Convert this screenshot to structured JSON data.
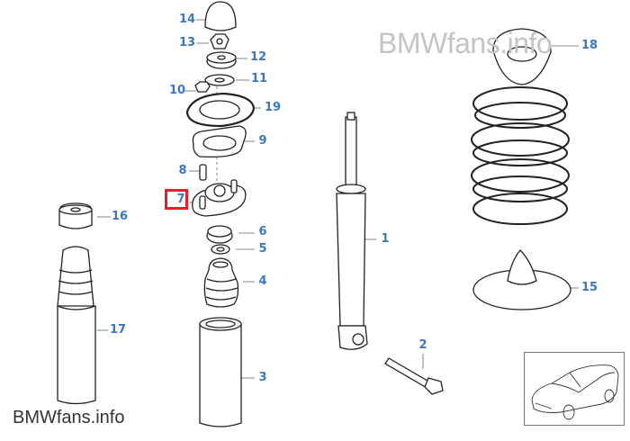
{
  "watermark_top": "BMWfans.info",
  "watermark_bottom": "BMWfans.info",
  "highlighted_part": "7",
  "accent_color": "#3a78c3",
  "highlight_color": "#e0202a",
  "callouts": [
    "14",
    "13",
    "12",
    "11",
    "10",
    "19",
    "9",
    "8",
    "7",
    "16",
    "6",
    "5",
    "4",
    "17",
    "3",
    "1",
    "2",
    "15",
    "18"
  ],
  "thumbnail_icon": "car-overview-icon"
}
